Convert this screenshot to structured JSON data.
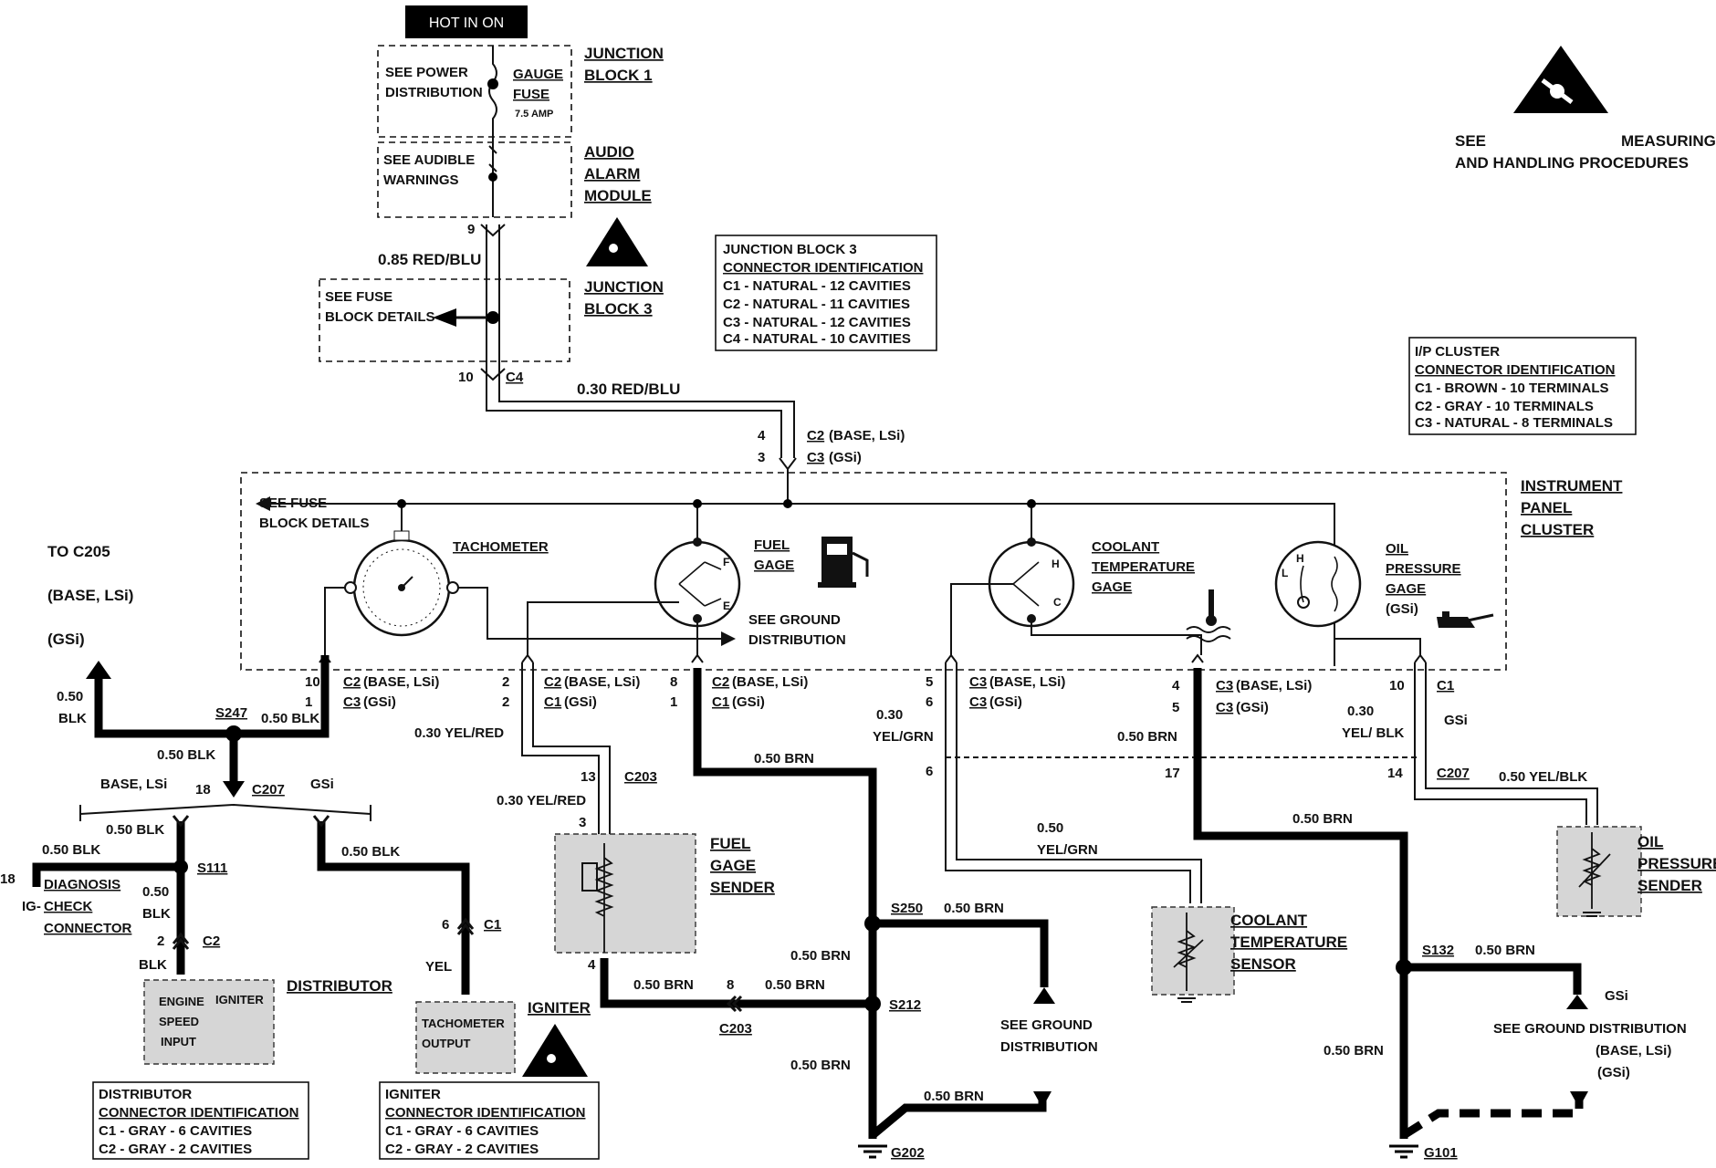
{
  "hot_in_on": "HOT IN ON",
  "esd_note": {
    "see": "SEE",
    "measuring": "MEASURING",
    "handling": "AND HANDLING PROCEDURES"
  },
  "jb1": {
    "title1": "JUNCTION",
    "title2": "BLOCK 1",
    "see1": "SEE POWER",
    "see2": "DISTRIBUTION",
    "fuse1": "GAUGE",
    "fuse2": "FUSE",
    "amp": "7.5 AMP"
  },
  "audio": {
    "see1": "SEE AUDIBLE",
    "see2": "WARNINGS",
    "t1": "AUDIO",
    "t2": "ALARM",
    "t3": "MODULE"
  },
  "jb3": {
    "t1": "JUNCTION",
    "t2": "BLOCK 3",
    "see1": "SEE FUSE",
    "see2": "BLOCK DETAILS"
  },
  "jb3_conn": {
    "title1": "JUNCTION BLOCK 3",
    "title2": "CONNECTOR IDENTIFICATION",
    "c1": "C1 - NATURAL - 12 CAVITIES",
    "c2": "C2 - NATURAL - 11 CAVITIES",
    "c3": "C3 - NATURAL - 12 CAVITIES",
    "c4": "C4 - NATURAL - 10 CAVITIES"
  },
  "ip_conn": {
    "title1": "I/P CLUSTER",
    "title2": "CONNECTOR IDENTIFICATION",
    "c1": "C1 - BROWN - 10 TERMINALS",
    "c2": "C2 - GRAY - 10 TERMINALS",
    "c3": "C3 - NATURAL - 8 TERMINALS"
  },
  "wires": {
    "w9": "9",
    "red_blu_085": "0.85 RED/BLU",
    "w10": "10",
    "c4": "C4",
    "red_blu_030": "0.30 RED/BLU",
    "p4": "4",
    "p3": "3",
    "c2_base": "C2",
    "base_lsi": "(BASE, LSi)",
    "c3_gsi": "C3",
    "gsi": "(GSi)"
  },
  "cluster": {
    "t1": "INSTRUMENT",
    "t2": "PANEL",
    "t3": "CLUSTER",
    "see_fuse1": "SEE FUSE",
    "see_fuse2": "BLOCK DETAILS",
    "tach": "TACHOMETER",
    "fuel1": "FUEL",
    "fuel2": "GAGE",
    "see_ground1": "SEE GROUND",
    "see_ground2": "DISTRIBUTION",
    "cool1": "COOLANT",
    "cool2": "TEMPERATURE",
    "cool3": "GAGE",
    "oil1": "OIL",
    "oil2": "PRESSURE",
    "oil3": "GAGE",
    "oil4": "(GSi)",
    "f": "F",
    "e": "E",
    "h": "H",
    "c": "C",
    "l": "L"
  },
  "to_c205": {
    "t1": "TO C205",
    "t2": "(BASE, LSi)",
    "t3": "(GSi)"
  },
  "tach_pins": {
    "p10": "10",
    "p1": "1",
    "c2": "C2",
    "base": "(BASE, LSi)",
    "c3": "C3",
    "gsi": "(GSi)"
  },
  "fuel_pins": {
    "p2a": "2",
    "p2b": "2",
    "c2": "C2",
    "base": "(BASE, LSi)",
    "c1": "C1",
    "gsi": "(GSi)",
    "wire": "0.30 YEL/RED",
    "p13": "13",
    "c203": "C203",
    "wire2": "0.30 YEL/RED",
    "p3": "3"
  },
  "gnd_pins": {
    "p8": "8",
    "p1": "1",
    "c2": "C2",
    "base": "(BASE, LSi)",
    "c1": "C1",
    "gsi": "(GSi)",
    "brn": "0.50 BRN"
  },
  "cool_pins": {
    "p5": "5",
    "p6": "6",
    "c3": "C3",
    "base": "(BASE, LSi)",
    "c3b": "C3",
    "gsi": "(GSi)",
    "w1": "0.30",
    "w2": "YEL/GRN",
    "p6b": "6",
    "w3": "0.50",
    "w4": "YEL/GRN"
  },
  "oil_pins": {
    "p4": "4",
    "p5": "5",
    "c3": "C3",
    "base": "(BASE, LSi)",
    "c3b": "C3",
    "gsi": "(GSi)",
    "brn": "0.50 BRN",
    "p17": "17",
    "brn2": "0.50 BRN"
  },
  "oilp_pins": {
    "p10": "10",
    "c1": "C1",
    "w1": "0.30",
    "w2": "YEL/ BLK",
    "gsi": "GSi",
    "p14": "14",
    "c207": "C207",
    "w3": "0.50 YEL/BLK"
  },
  "left": {
    "blk050": "0.50",
    "blk": "BLK",
    "s247": "S247",
    "blk050b": "0.50 BLK",
    "blk050c": "0.50 BLK",
    "base_lsi": "BASE, LSi",
    "p18": "18",
    "c207": "C207",
    "gsi": "GSi",
    "blk_a": "0.50 BLK",
    "blk_b": "0.50 BLK",
    "blk_c": "0.50 BLK",
    "s111": "S111",
    "p18b": "18",
    "diag": "DIAGNOSIS",
    "ig": "IG-",
    "check": "CHECK",
    "connector": "CONNECTOR",
    "blk_d1": "0.50",
    "blk_d2": "BLK",
    "p2": "2",
    "c2": "C2",
    "blk_e": "BLK",
    "distributor": "DISTRIBUTOR",
    "eng1": "ENGINE",
    "eng2": "SPEED",
    "eng3": "INPUT",
    "igniter_in": "IGNITER",
    "p6": "6",
    "c1": "C1",
    "yel": "YEL",
    "tach_out1": "TACHOMETER",
    "tach_out2": "OUTPUT",
    "igniter": "IGNITER"
  },
  "dist_conn": {
    "t1": "DISTRIBUTOR",
    "t2": "CONNECTOR IDENTIFICATION",
    "c1": "C1 - GRAY - 6 CAVITIES",
    "c2": "C2 - GRAY - 2 CAVITIES"
  },
  "ign_conn": {
    "t1": "IGNITER",
    "t2": "CONNECTOR IDENTIFICATION",
    "c1": "C1 - GRAY - 6 CAVITIES",
    "c2": "C2 - GRAY - 2 CAVITIES"
  },
  "fuel_sender": {
    "t1": "FUEL",
    "t2": "GAGE",
    "t3": "SENDER",
    "p4": "4",
    "brn": "0.50 BRN",
    "p8": "8",
    "brn2": "0.50 BRN",
    "c203": "C203"
  },
  "ground": {
    "s250": "S250",
    "brn_s250": "0.50 BRN",
    "brn_a": "0.50 BRN",
    "s212": "S212",
    "brn_b": "0.50 BRN",
    "see1": "SEE GROUND",
    "see2": "DISTRIBUTION",
    "brn_c": "0.50 BRN",
    "g202": "G202",
    "s132": "S132",
    "brn_s132": "0.50 BRN",
    "gsi": "GSi",
    "see3": "SEE GROUND DISTRIBUTION",
    "base": "(BASE, LSi)",
    "gsi2": "(GSi)",
    "brn_d": "0.50 BRN",
    "g101": "G101"
  },
  "cts": {
    "t1": "COOLANT",
    "t2": "TEMPERATURE",
    "t3": "SENSOR"
  },
  "ops": {
    "t1": "OIL",
    "t2": "PRESSURE",
    "t3": "SENDER"
  }
}
